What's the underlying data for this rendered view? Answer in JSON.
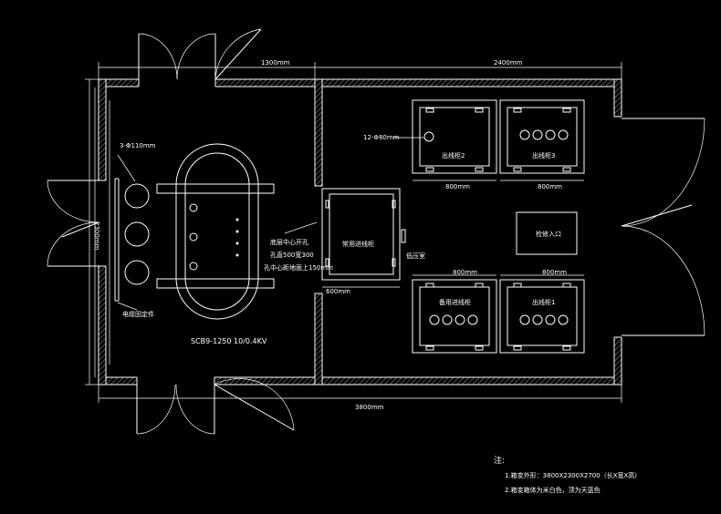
{
  "dimensions": {
    "left_room_width": "1300mm",
    "right_room_width": "2400mm",
    "total_width": "3800mm",
    "height": "2300mm",
    "bushing": "3-Φ110mm",
    "cab2_width": "800mm",
    "cab3_width": "800mm",
    "cab_standby_width": "800mm",
    "cab1_width": "800mm",
    "inlet_width": "600mm",
    "cable_ports": "12-Φ80mm"
  },
  "labels": {
    "transformer": "SCB9-1250 10/0.4KV",
    "cable_support": "电缆固定件",
    "vent_note_1": "底层中心开孔",
    "vent_note_2": "孔直500宽300",
    "vent_note_3": "孔中心距地面上150mm",
    "low_voltage": "低压室",
    "common_inlet": "常用进线柜",
    "cab2": "出线柜2",
    "cab3": "出线柜3",
    "cab_standby": "备用进线柜",
    "cab1": "出线柜1",
    "access": "检修入口"
  },
  "notes": {
    "title": "注:",
    "line1": "1.箱变外形：3800X2300X2700（长X宽X高）",
    "line2": "2.箱变箱体为米白色，顶为天蓝色"
  }
}
